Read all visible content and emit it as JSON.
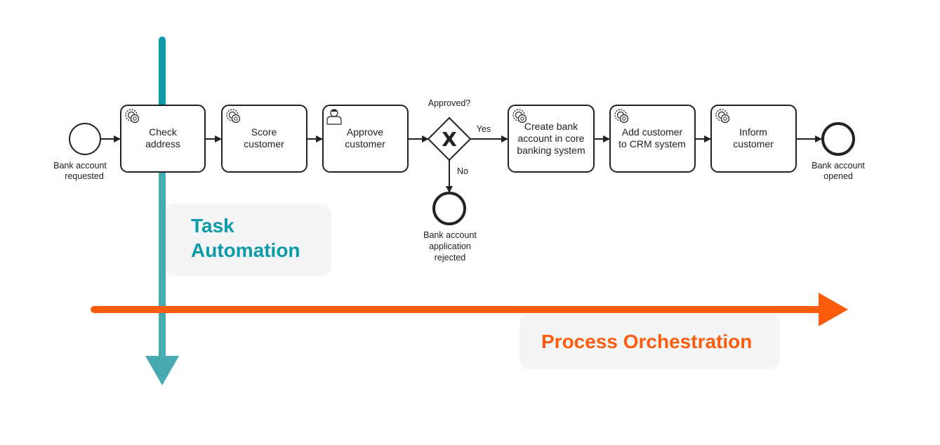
{
  "process": {
    "start_event": [
      "Bank account",
      "requested"
    ],
    "tasks": [
      {
        "type": "service",
        "lines": [
          "Check",
          "address"
        ]
      },
      {
        "type": "service",
        "lines": [
          "Score",
          "customer"
        ]
      },
      {
        "type": "user",
        "lines": [
          "Approve",
          "customer"
        ]
      },
      {
        "type": "service",
        "lines": [
          "Create bank",
          "account in core",
          "banking system"
        ]
      },
      {
        "type": "service",
        "lines": [
          "Add customer",
          "to CRM system"
        ]
      },
      {
        "type": "service",
        "lines": [
          "Inform",
          "customer"
        ]
      }
    ],
    "gateway": {
      "label": "Approved?",
      "yes": "Yes",
      "no": "No"
    },
    "end_event": [
      "Bank account",
      "opened"
    ],
    "rejected_event": [
      "Bank account",
      "application",
      "rejected"
    ]
  },
  "overlay": {
    "task_automation": {
      "line1": "Task",
      "line2": "Automation",
      "color": "#0d9aa8",
      "arrow_color": "#47aab3"
    },
    "process_orchestration": {
      "label": "Process Orchestration",
      "color": "#fc5d0d"
    }
  }
}
